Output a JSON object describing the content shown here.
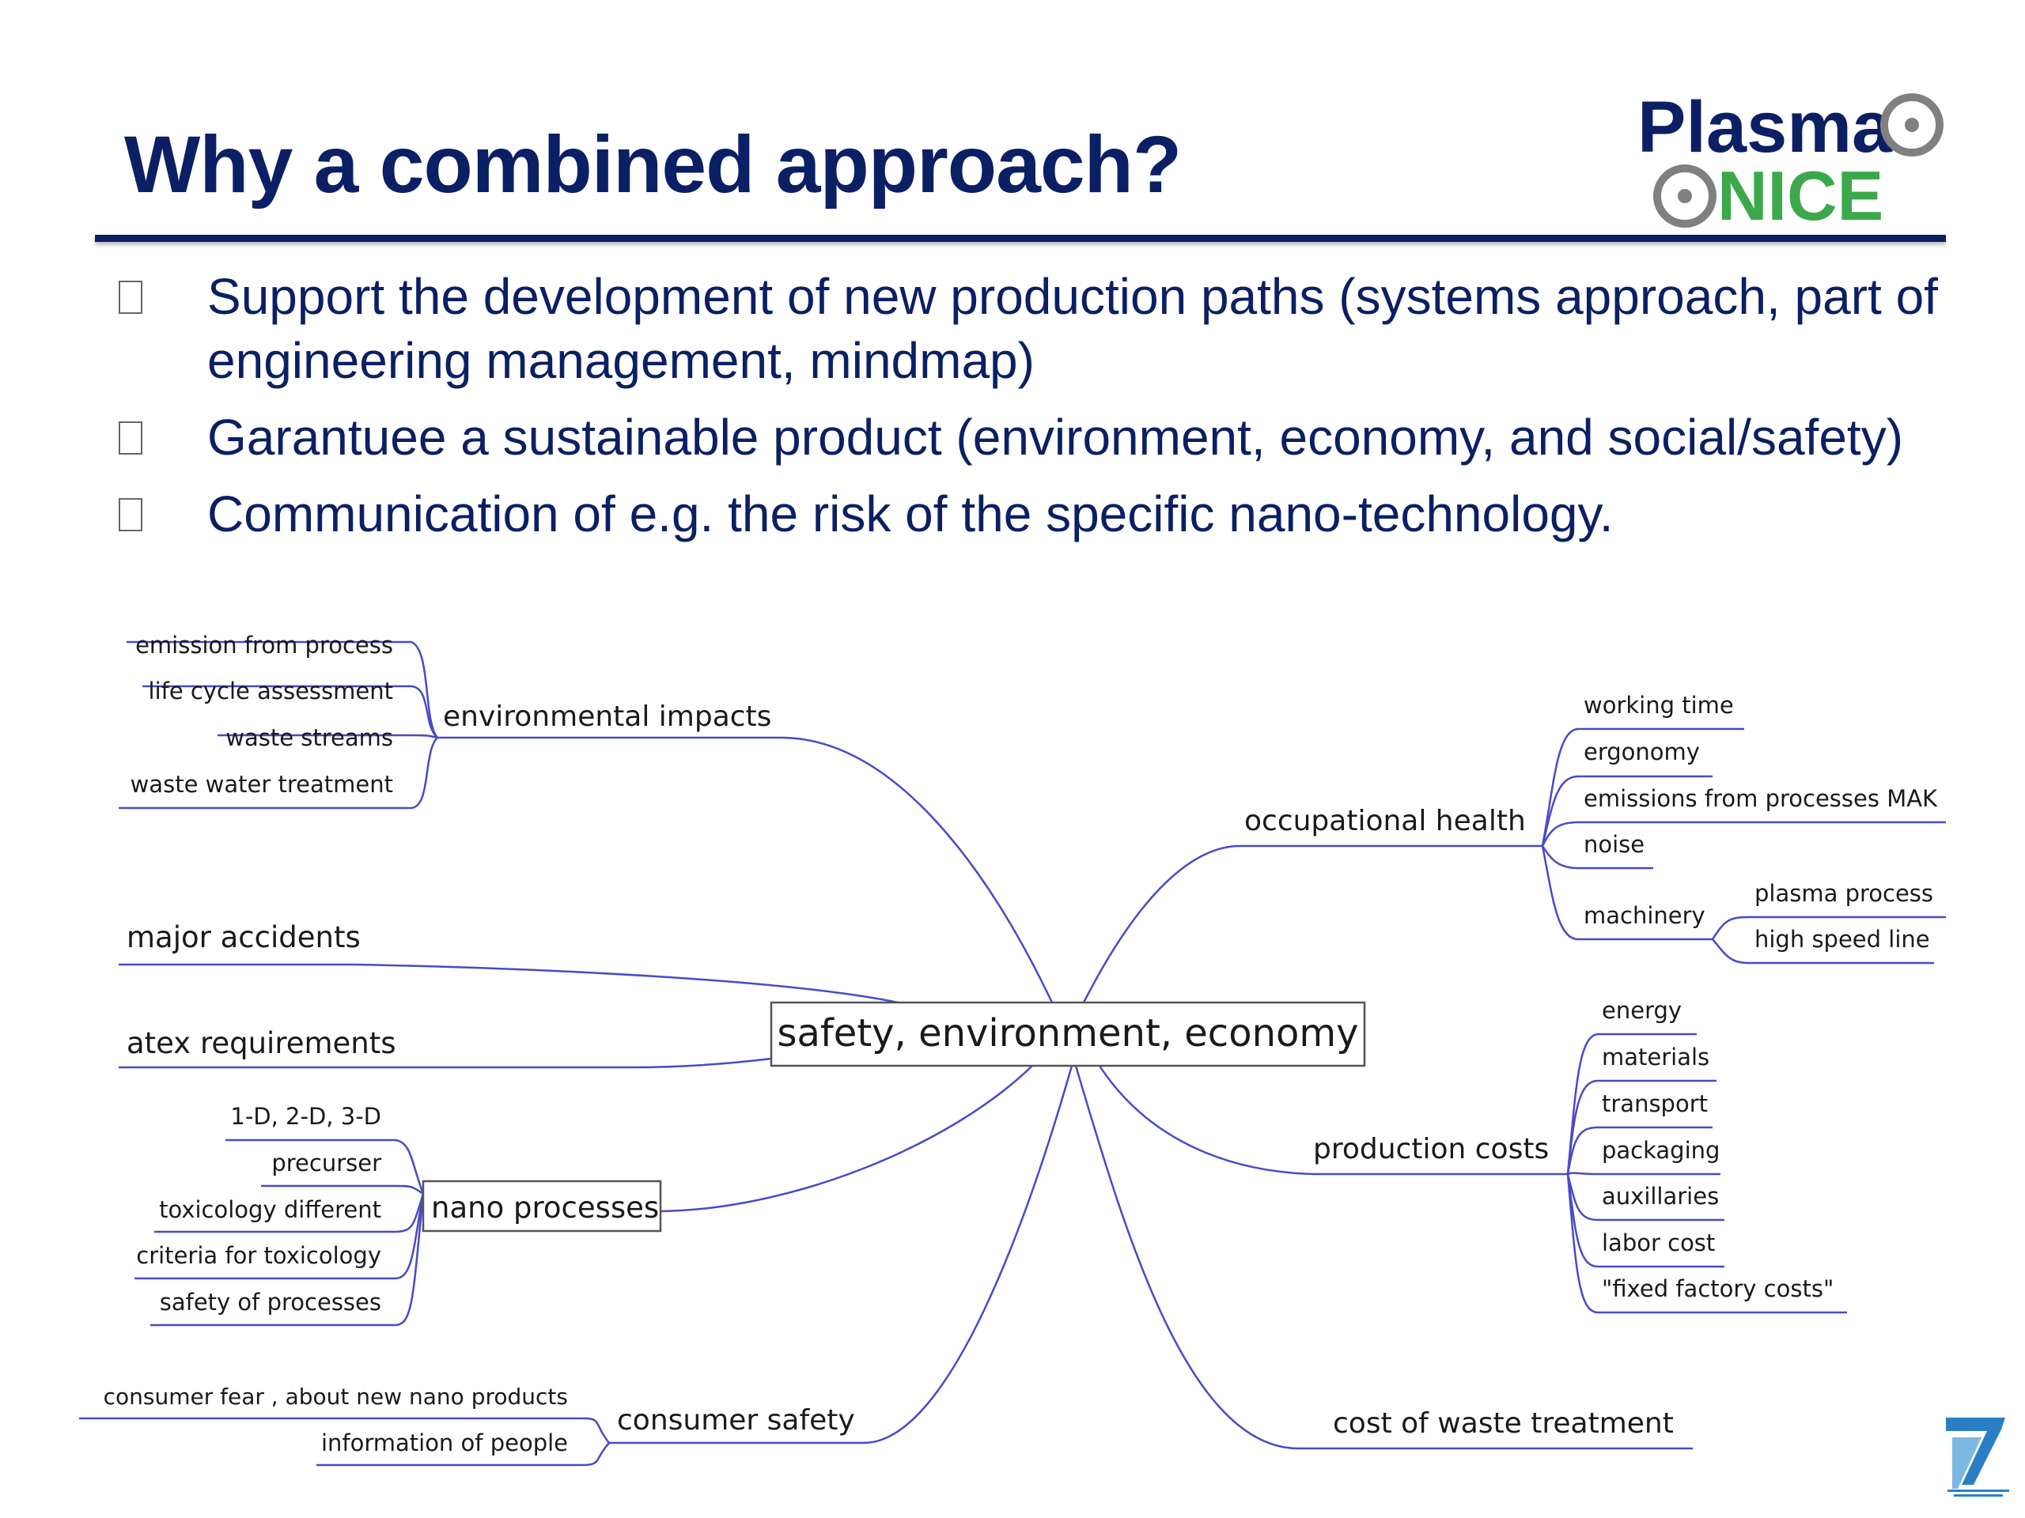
{
  "title": "Why a combined approach?",
  "logo": {
    "line1": "Plasma",
    "line2": "NICE",
    "colors": {
      "plasma": "#0b1f64",
      "nice": "#3ba94a",
      "ring": "#808080"
    }
  },
  "bullets": [
    "Support the development of new production paths (systems approach, part of engineering management, mindmap)",
    "Garantuee a sustainable product (environment, economy, and social/safety)",
    "Communication of e.g. the risk of the specific nano-technology."
  ],
  "bullet_icon": "checkbox-square-icon",
  "mindmap": {
    "center": "safety, environment, economy",
    "line_color": "#4a4ac8",
    "environmental_impacts": {
      "label": "environmental impacts",
      "children": [
        "emission from process",
        "life cycle assessment",
        "waste streams",
        "waste water treatment"
      ]
    },
    "major_accidents": {
      "label": "major accidents"
    },
    "atex_requirements": {
      "label": "atex requirements"
    },
    "nano_processes": {
      "label": "nano processes",
      "children": [
        "1-D, 2-D, 3-D",
        "precurser",
        "toxicology different",
        "criteria for toxicology",
        "safety of processes"
      ]
    },
    "consumer_safety": {
      "label": "consumer safety",
      "children": [
        "consumer fear , about new nano products",
        "information of people"
      ]
    },
    "occupational_health": {
      "label": "occupational health",
      "children": [
        "working time",
        "ergonomy",
        "emissions from processes MAK",
        "noise",
        "machinery"
      ],
      "machinery_children": [
        "plasma process",
        "high speed line"
      ]
    },
    "production_costs": {
      "label": "production costs",
      "children": [
        "energy",
        "materials",
        "transport",
        "packaging",
        "auxillaries",
        "labor cost",
        "\"fixed factory costs\""
      ]
    },
    "cost_of_waste_treatment": {
      "label": "cost of waste treatment"
    }
  },
  "footer_logo": "fp7-logo-icon"
}
